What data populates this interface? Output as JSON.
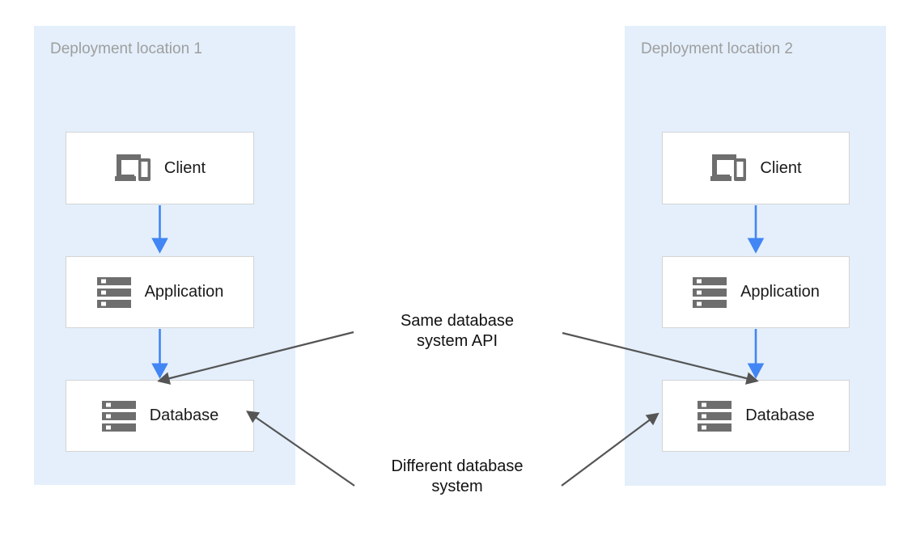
{
  "diagram": {
    "title_hidden": "",
    "colors": {
      "zone_fill": "#e4effb",
      "node_fill": "#ffffff",
      "node_border": "#d4d4d4",
      "flow_arrow": "#4285f4",
      "annotation_arrow": "#555555",
      "zone_title_text": "#9e9e9e",
      "node_text": "#1a1a1a",
      "icon_gray": "#6e6e6e"
    },
    "zones": [
      {
        "id": "zone-1",
        "title": "Deployment location 1",
        "nodes": [
          {
            "id": "client-1",
            "label": "Client",
            "icon": "devices-icon"
          },
          {
            "id": "application-1",
            "label": "Application",
            "icon": "server-stack-icon"
          },
          {
            "id": "database-1",
            "label": "Database",
            "icon": "server-stack-icon"
          }
        ]
      },
      {
        "id": "zone-2",
        "title": "Deployment location 2",
        "nodes": [
          {
            "id": "client-2",
            "label": "Client",
            "icon": "devices-icon"
          },
          {
            "id": "application-2",
            "label": "Application",
            "icon": "server-stack-icon"
          },
          {
            "id": "database-2",
            "label": "Database",
            "icon": "server-stack-icon"
          }
        ]
      }
    ],
    "annotations": [
      {
        "id": "same-api",
        "line1": "Same database",
        "line2": "system API",
        "text": "Same database\nsystem API"
      },
      {
        "id": "different-system",
        "line1": "Different database",
        "line2": "system",
        "text": "Different database\nsystem"
      }
    ]
  }
}
